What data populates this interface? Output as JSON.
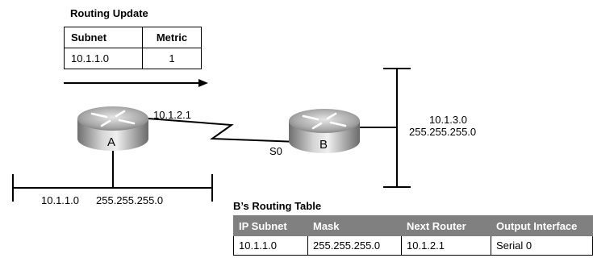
{
  "routing_update": {
    "title": "Routing Update",
    "headers": {
      "subnet": "Subnet",
      "metric": "Metric"
    },
    "row": {
      "subnet": "10.1.1.0",
      "metric": "1"
    }
  },
  "router_a": {
    "label": "A",
    "interface_ip": "10.1.2.1"
  },
  "router_b": {
    "label": "B",
    "interface": "S0"
  },
  "lan_a": {
    "network": "10.1.1.0",
    "mask": "255.255.255.0"
  },
  "lan_b": {
    "network": "10.1.3.0",
    "mask": "255.255.255.0"
  },
  "routing_table": {
    "title": "B’s Routing Table",
    "headers": {
      "ip_subnet": "IP Subnet",
      "mask": "Mask",
      "next_router": "Next Router",
      "output_interface": "Output Interface"
    },
    "rows": [
      {
        "ip_subnet": "10.1.1.0",
        "mask": "255.255.255.0",
        "next_router": "10.1.2.1",
        "output_interface": "Serial 0"
      }
    ]
  }
}
